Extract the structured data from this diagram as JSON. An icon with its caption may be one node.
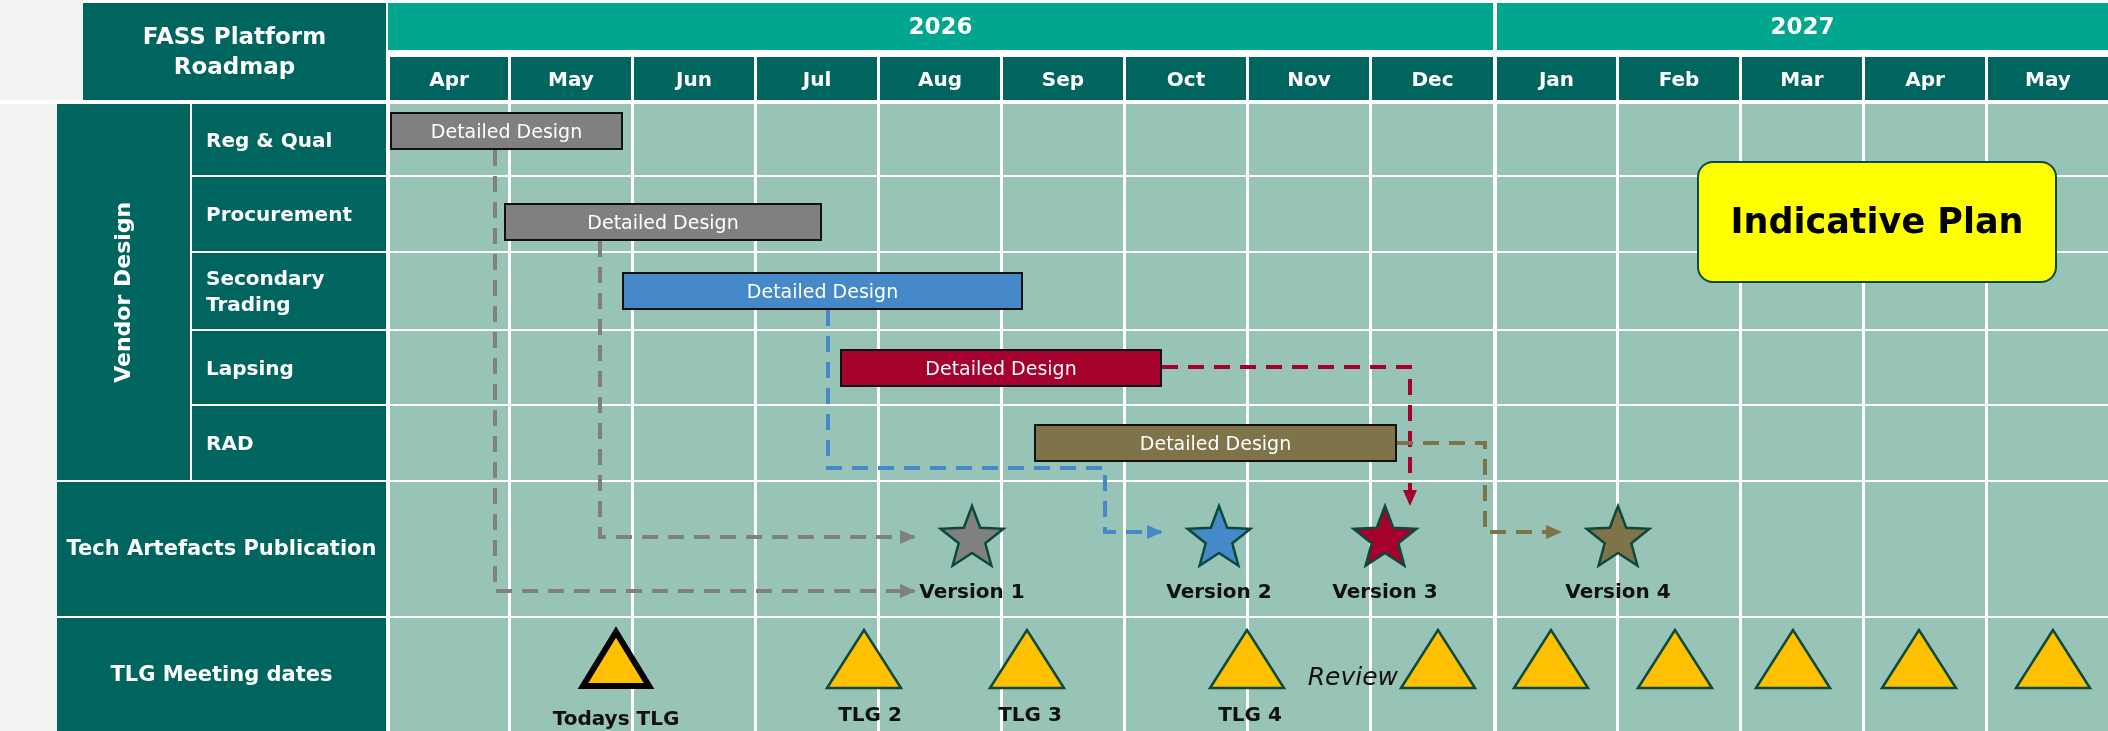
{
  "diagram": {
    "title": "FASS Platform Roadmap",
    "nodes": [
      {
        "text": [
          "Detailed Design"
        ]
      },
      {
        "text": [
          "Detailed Design"
        ]
      },
      {
        "text": [
          "Detailed Design"
        ]
      },
      {
        "text": [
          "Detailed Design"
        ]
      },
      {
        "text": [
          "Detailed Design"
        ]
      },
      {
        "text": [
          "Indicative Plan"
        ]
      },
      {
        "text": [],
        "shape": "star",
        "beside": [
          "Version 1"
        ]
      },
      {
        "text": [],
        "shape": "star",
        "beside": [
          "Version 2"
        ]
      },
      {
        "text": [],
        "shape": "star",
        "beside": [
          "Version 3"
        ]
      },
      {
        "text": [],
        "shape": "star",
        "beside": [
          "Version 4"
        ]
      },
      {
        "text": [],
        "shape": "triangle",
        "beside": [
          "Todays TLG"
        ]
      },
      {
        "text": [],
        "shape": "triangle",
        "beside": [
          "TLG 2"
        ]
      },
      {
        "text": [],
        "shape": "triangle",
        "beside": [
          "TLG 3"
        ]
      },
      {
        "text": [],
        "shape": "triangle",
        "beside": [
          "TLG 4"
        ]
      },
      {
        "text": [],
        "shape": "triangle",
        "beside": [
          "Review"
        ]
      },
      {
        "text": [],
        "shape": "triangle"
      },
      {
        "text": [],
        "shape": "triangle"
      },
      {
        "text": [],
        "shape": "triangle"
      },
      {
        "text": [],
        "shape": "triangle"
      },
      {
        "text": [],
        "shape": "triangle"
      }
    ],
    "edges": [
      {
        "from": 0,
        "to": 6,
        "arrow": "to",
        "style": "dashed",
        "color": "#808080"
      },
      {
        "from": 1,
        "to": 6,
        "arrow": "to",
        "style": "dashed",
        "color": "#808080"
      },
      {
        "from": 2,
        "to": 7,
        "arrow": "to",
        "style": "dashed",
        "color": "#4689c8"
      },
      {
        "from": 3,
        "to": 8,
        "arrow": "to",
        "style": "dashed",
        "color": "#a6002c"
      },
      {
        "from": 4,
        "to": 9,
        "arrow": "to",
        "style": "dashed",
        "color": "#7f7349"
      }
    ],
    "labels": [
      "2026",
      "2027",
      "Apr",
      "May",
      "Jun",
      "Jul",
      "Aug",
      "Sep",
      "Oct",
      "Nov",
      "Dec",
      "Jan",
      "Feb",
      "Mar",
      "Apr",
      "May",
      "Vendor Design",
      "Reg & Qual",
      "Procurement",
      "Secondary Trading",
      "Lapsing",
      "RAD",
      "Tech Artefacts Publication",
      "TLG Meeting dates"
    ]
  }
}
